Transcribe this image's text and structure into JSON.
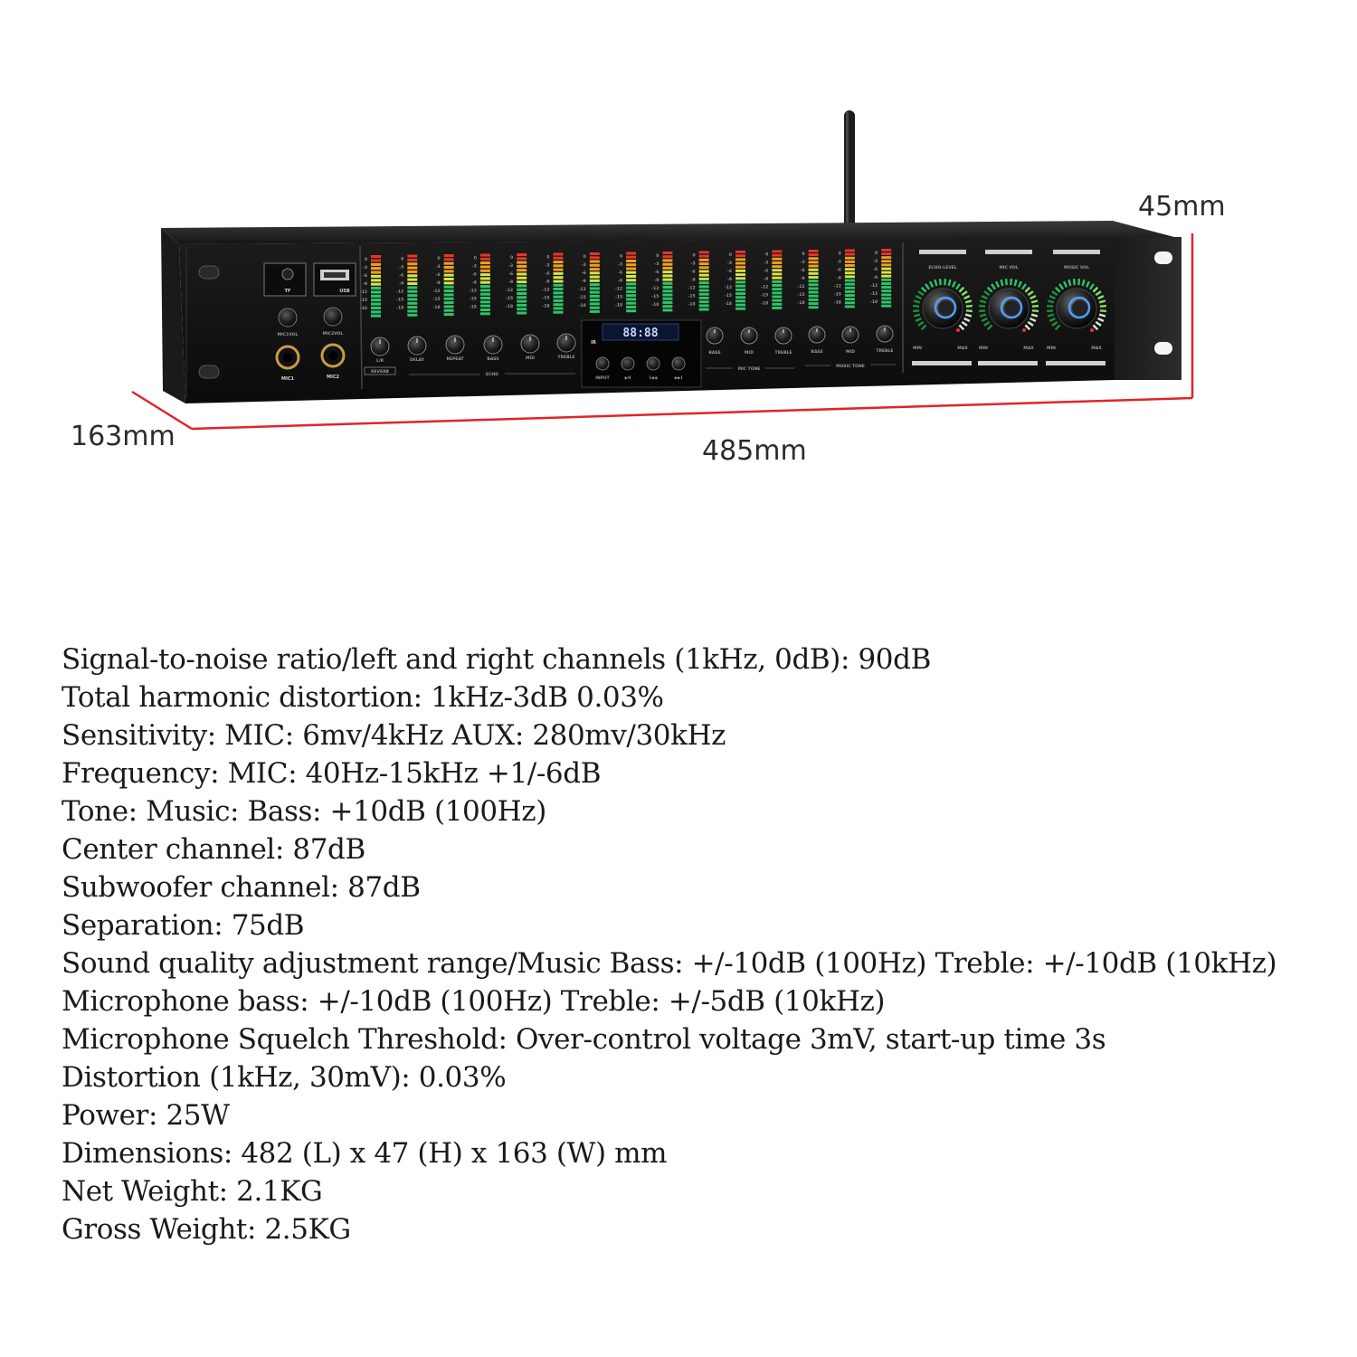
{
  "dimensions": {
    "height_label": "45mm",
    "depth_label": "163mm",
    "width_label": "485mm",
    "line_color": "#e0242b"
  },
  "device": {
    "jack_labels": [
      "MIC1",
      "MIC2"
    ],
    "small_knob_labels": [
      "MIC1VOL",
      "MIC2VOL"
    ],
    "usb_label": "USB",
    "card_label": "TF",
    "echo_knob_labels": [
      "L/R",
      "DELAY",
      "REPEAT",
      "BASS",
      "MID",
      "TREBLE"
    ],
    "echo_group_label": "ECHO",
    "reverb_label": "REVERB",
    "ir_label": "IR",
    "lcd_text": "88:88",
    "transport_labels": [
      "INPUT",
      "▶II",
      "I◀◀",
      "▶▶I"
    ],
    "mic_tone_labels": [
      "BASS",
      "MID",
      "TREBLE"
    ],
    "mic_tone_group": "MIC TONE",
    "music_tone_labels": [
      "BASS",
      "MID",
      "TREBLE"
    ],
    "music_tone_group": "MUSIC TONE",
    "big_knob_labels": [
      "ECHO-LEVEL",
      "MIC VOL",
      "MUSIC VOL"
    ],
    "min_label": "MIN",
    "max_label": "MAX",
    "meter_db_labels": [
      "0",
      "-3",
      "-6",
      "-9",
      "-12",
      "-15",
      "-18"
    ]
  },
  "specs": [
    "Signal-to-noise ratio/left and right channels (1kHz, 0dB): 90dB",
    "Total harmonic distortion: 1kHz-3dB 0.03%",
    "Sensitivity: MIC: 6mv/4kHz AUX: 280mv/30kHz",
    "Frequency: MIC: 40Hz-15kHz +1/-6dB",
    "Tone: Music: Bass: +10dB (100Hz)",
    "Center channel: 87dB",
    "Subwoofer channel: 87dB",
    "Separation: 75dB",
    "Sound quality adjustment range/Music Bass: +/-10dB (100Hz) Treble: +/-10dB (10kHz)",
    "Microphone bass: +/-10dB (100Hz) Treble: +/-5dB (10kHz)",
    "Microphone Squelch Threshold: Over-control voltage 3mV, start-up time 3s",
    "Distortion (1kHz, 30mV): 0.03%",
    "Power: 25W",
    "Dimensions: 482 (L) x 47 (H) x 163 (W) mm",
    "Net Weight: 2.1KG",
    "Gross Weight: 2.5KG"
  ]
}
